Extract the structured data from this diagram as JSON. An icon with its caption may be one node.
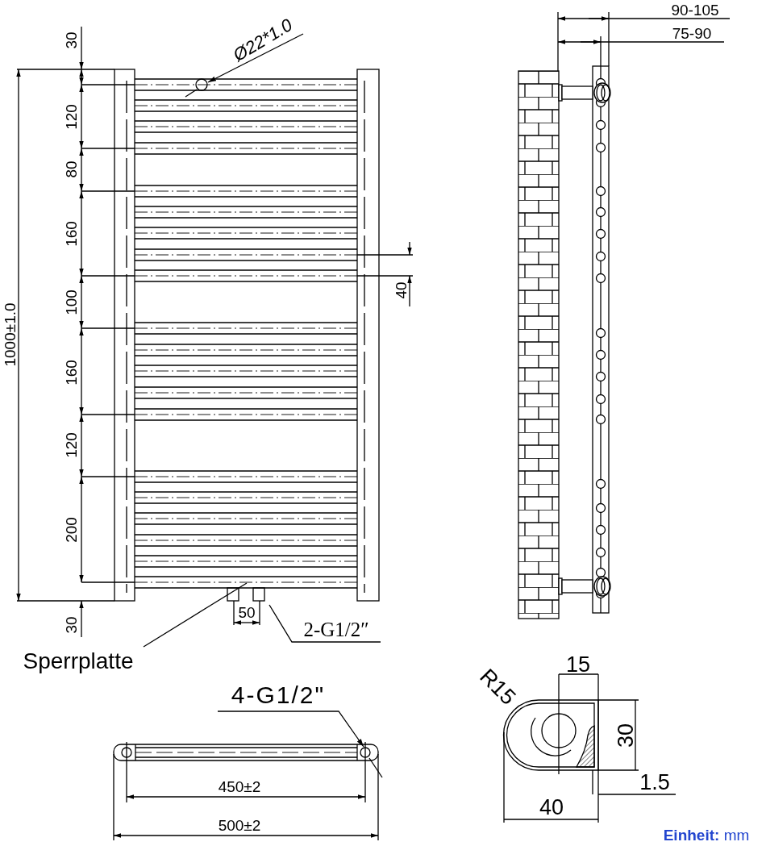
{
  "diagram": {
    "nodes": [
      {
        "text": [
          "Ø22*1.0"
        ]
      },
      {
        "text": [
          "Sperrplatte"
        ]
      },
      {
        "text": [
          "2-G1/2″"
        ]
      },
      {
        "text": [
          "4-G1/2\""
        ]
      }
    ],
    "edges": [
      {
        "from": 0,
        "to": null,
        "arrow": "to"
      },
      {
        "from": 1,
        "to": null,
        "arrow": "none"
      },
      {
        "from": 2,
        "to": null,
        "arrow": "none"
      },
      {
        "from": 3,
        "to": null,
        "arrow": "to"
      }
    ],
    "labels": [
      "30",
      "120",
      "80",
      "160",
      "100",
      "160",
      "120",
      "200",
      "30",
      "1000±1.0",
      "40",
      "50",
      "90-105",
      "75-90",
      "450±2",
      "500±2",
      "15",
      "R15",
      "30",
      "1.5",
      "40",
      "**Einheit:** mm"
    ]
  }
}
